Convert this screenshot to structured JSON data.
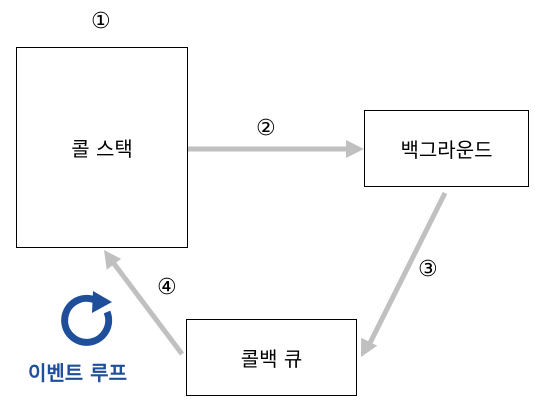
{
  "nodes": {
    "call_stack": "콜 스택",
    "background": "백그라운드",
    "callback_queue": "콜백 큐"
  },
  "steps": [
    "①",
    "②",
    "③",
    "④"
  ],
  "legend": {
    "label": "이벤트 루프",
    "icon": "refresh-icon",
    "color": "#1f4e9a"
  },
  "colors": {
    "arrow": "#c0c0c0",
    "border": "#000000"
  }
}
